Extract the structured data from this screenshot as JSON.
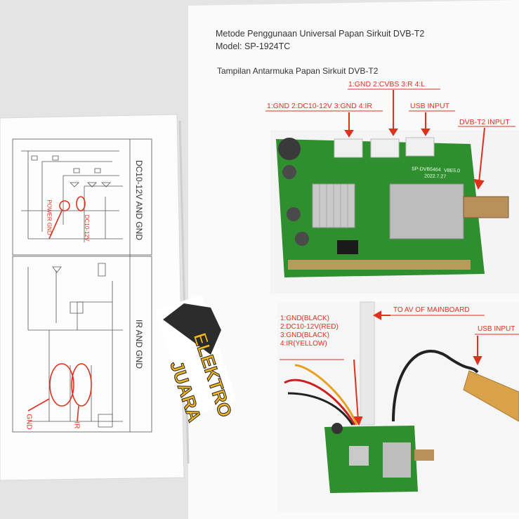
{
  "document": {
    "title": "Metode Penggunaan Universal Papan Sirkuit DVB-T2",
    "model": "Model: SP-1924TC",
    "section": "Tampilan Antarmuka Papan Sirkuit DVB-T2"
  },
  "top_photo_labels": {
    "connector1": "1:GND 2:DC10-12V 3:GND 4:IR",
    "connector2": "1:GND 2:CVBS 3:R 4:L",
    "usb": "USB INPUT",
    "dvb": "DVB-T2 INPUT"
  },
  "bottom_photo_labels": {
    "wires": [
      "1:GND(BLACK)",
      "2:DC10-12V(RED)",
      "3:GND(BLACK)",
      "4:IR(YELLOW)"
    ],
    "av": "TO AV OF MAINBOARD",
    "usb": "USB INPUT"
  },
  "board_silkscreen": {
    "model": "SP-DVB5464",
    "version": "V8E5.0",
    "date": "2022.7.27"
  },
  "schematic_labels": {
    "power_section": "DC10-12V AND GND",
    "ir_section": "IR AND GND",
    "power_gnd": "POWER GND",
    "dc": "DC10-12V",
    "gnd": "GND",
    "ir": "IR"
  },
  "logo": {
    "line1": "JUARA",
    "line2": "ELEKTRO"
  },
  "colors": {
    "accent_red": "#e0301e",
    "pcb_green": "#2e8b2e",
    "paper": "#ffffff"
  }
}
